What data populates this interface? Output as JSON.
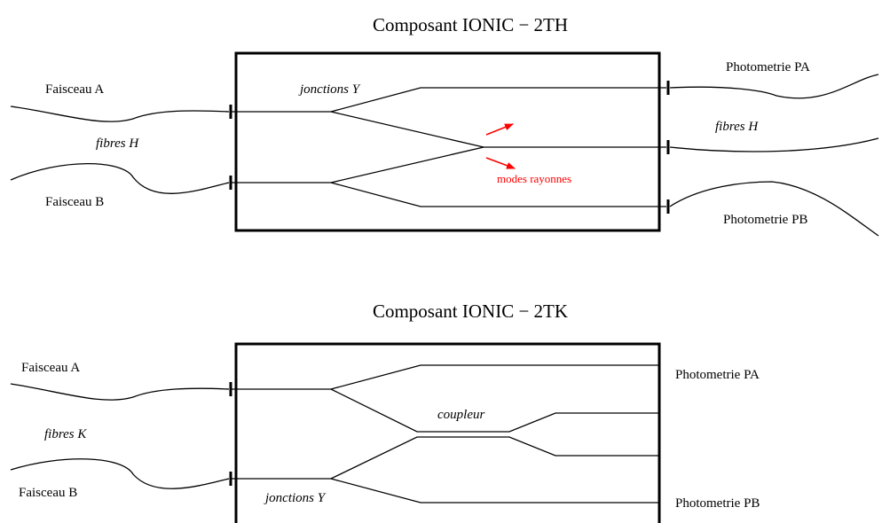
{
  "top": {
    "title": "Composant IONIC − 2TH",
    "faisceau_a": "Faisceau A",
    "faisceau_b": "Faisceau B",
    "fibres_in": "fibres H",
    "fibres_out": "fibres H",
    "jonctions": "jonctions Y",
    "modes": "modes rayonnes",
    "photometrie_pa": "Photometrie PA",
    "photometrie_pb": "Photometrie PB"
  },
  "bottom": {
    "title": "Composant IONIC − 2TK",
    "faisceau_a": "Faisceau A",
    "faisceau_b": "Faisceau B",
    "fibres_in": "fibres K",
    "jonctions": "jonctions Y",
    "coupleur": "coupleur",
    "photometrie_pa": "Photometrie PA",
    "photometrie_pb": "Photometrie PB"
  },
  "colors": {
    "radiated_modes": "#ff0000",
    "lines": "#000000"
  }
}
